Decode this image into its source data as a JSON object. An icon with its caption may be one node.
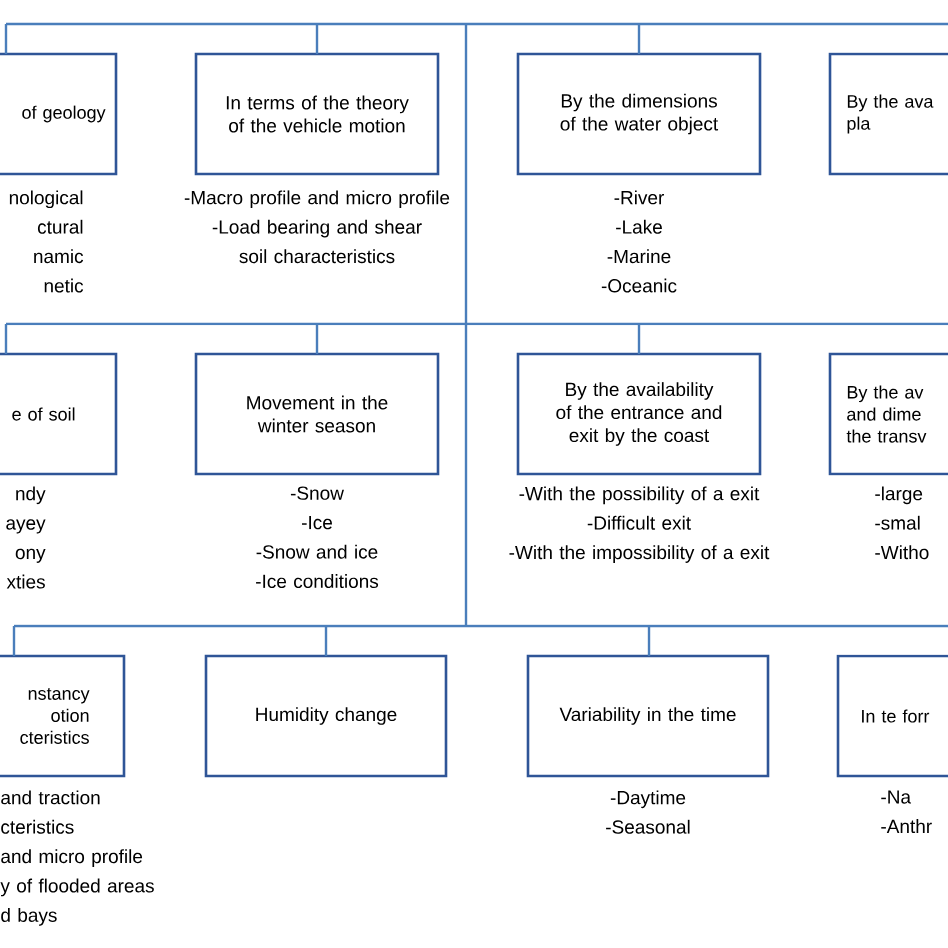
{
  "diagram": {
    "nodes": [
      {
        "text": [
          "of geology"
        ],
        "beside": [
          "nological",
          "ctural",
          "namic",
          "netic"
        ]
      },
      {
        "text": [
          "In terms of the theory of the vehicle motion"
        ],
        "beside": [
          "-Macro profile and micro profile",
          "-Load bearing and shear soil characteristics"
        ]
      },
      {
        "text": [
          "By the dimensions of the water object"
        ],
        "beside": [
          "-River",
          "-Lake",
          "-Marine",
          "-Oceanic"
        ]
      },
      {
        "text": [
          "By the ava pla"
        ]
      },
      {
        "text": [
          "e of soil"
        ],
        "beside": [
          "ndy",
          "ayey",
          "ony",
          "xties"
        ]
      },
      {
        "text": [
          "Movement in the winter season"
        ],
        "beside": [
          "-Snow",
          "-Ice",
          "-Snow and ice",
          "-Ice conditions"
        ]
      },
      {
        "text": [
          "By the availability of the entrance and exit by the coast"
        ],
        "beside": [
          "-With the possibility of a exit",
          "-Difficult exit",
          "-With the impossibility of a exit"
        ]
      },
      {
        "text": [
          "By the av and dime the transv"
        ],
        "beside": [
          "-large",
          "-smal",
          "-Witho"
        ]
      },
      {
        "text": [
          "nstancy otion cteristics"
        ],
        "beside": [
          "and traction",
          "cteristics",
          "and micro profile",
          "y of flooded areas",
          "d bays"
        ]
      },
      {
        "text": [
          "Humidity change"
        ]
      },
      {
        "text": [
          "Variability in the time"
        ],
        "beside": [
          "-Daytime",
          "-Seasonal"
        ]
      },
      {
        "text": [
          "In te forr"
        ],
        "beside": [
          "-Na",
          "-Anthr"
        ]
      }
    ],
    "edges": [
      {
        "from": null,
        "to": 0,
        "arrow": "none"
      },
      {
        "from": null,
        "to": 1,
        "arrow": "none"
      },
      {
        "from": null,
        "to": 2,
        "arrow": "none"
      },
      {
        "from": null,
        "to": 4,
        "arrow": "none"
      },
      {
        "from": null,
        "to": 5,
        "arrow": "none"
      },
      {
        "from": null,
        "to": 6,
        "arrow": "none"
      },
      {
        "from": null,
        "to": 8,
        "arrow": "none"
      },
      {
        "from": null,
        "to": 9,
        "arrow": "none"
      },
      {
        "from": null,
        "to": 10,
        "arrow": "none"
      }
    ]
  }
}
